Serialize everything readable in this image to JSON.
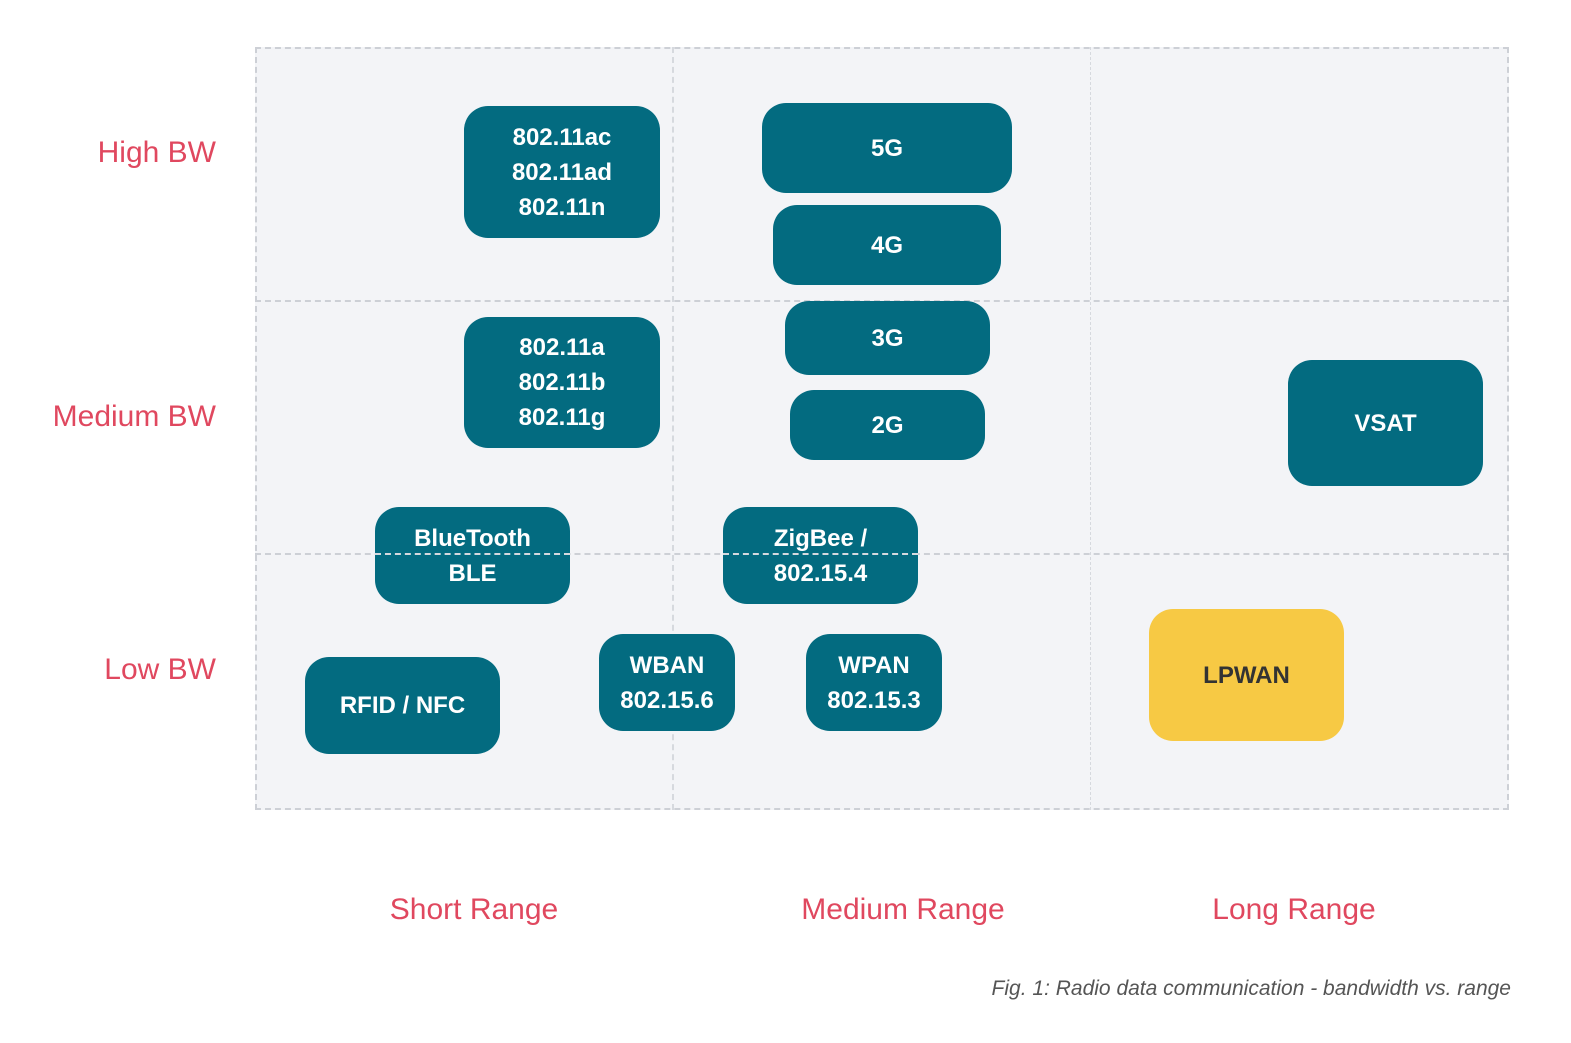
{
  "y_labels": {
    "high": "High BW",
    "medium": "Medium BW",
    "low": "Low BW"
  },
  "x_labels": {
    "short": "Short Range",
    "medium": "Medium Range",
    "long": "Long Range"
  },
  "nodes": {
    "wifi_high": [
      "802.11ac",
      "802.11ad",
      "802.11n"
    ],
    "g5": [
      "5G"
    ],
    "g4": [
      "4G"
    ],
    "g3": [
      "3G"
    ],
    "g2": [
      "2G"
    ],
    "wifi_medium": [
      "802.11a",
      "802.11b",
      "802.11g"
    ],
    "vsat": [
      "VSAT"
    ],
    "bluetooth": [
      "BlueTooth",
      "BLE"
    ],
    "zigbee": [
      "ZigBee /",
      "802.15.4"
    ],
    "wban": [
      "WBAN",
      "802.15.6"
    ],
    "wpan": [
      "WPAN",
      "802.15.3"
    ],
    "rfid": [
      "RFID / NFC"
    ],
    "lpwan": [
      "LPWAN"
    ]
  },
  "colors": {
    "node": "#036b80",
    "highlight": "#f7c944",
    "label": "#e0485f",
    "grid_bg": "#f3f4f7"
  },
  "caption": "Fig. 1: Radio data communication - bandwidth vs. range"
}
